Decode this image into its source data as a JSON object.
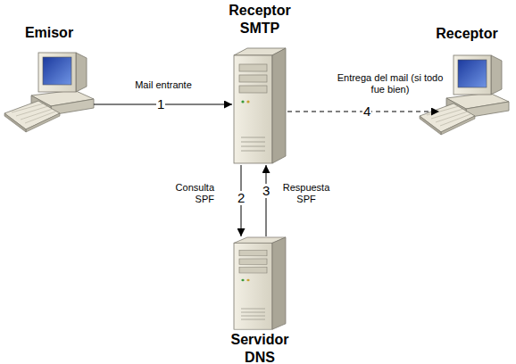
{
  "diagram": {
    "nodes": [
      {
        "text": [
          "Emisor"
        ]
      },
      {
        "text": [
          "Receptor SMTP"
        ]
      },
      {
        "text": [
          "Receptor"
        ]
      },
      {
        "text": [
          "Servidor DNS"
        ]
      }
    ],
    "edges": [
      {
        "from": 0,
        "to": 1,
        "arrow": "to",
        "label": "Mail entrante"
      },
      {
        "from": 1,
        "to": 3,
        "arrow": "to",
        "label": "Consulta SPF"
      },
      {
        "from": 3,
        "to": 1,
        "arrow": "to",
        "label": "Respuesta SPF"
      },
      {
        "from": 1,
        "to": 2,
        "arrow": "to",
        "label": "Entrega del mail (si todo fue bien)"
      }
    ],
    "labels": [
      "1",
      "2",
      "3",
      "4"
    ]
  }
}
